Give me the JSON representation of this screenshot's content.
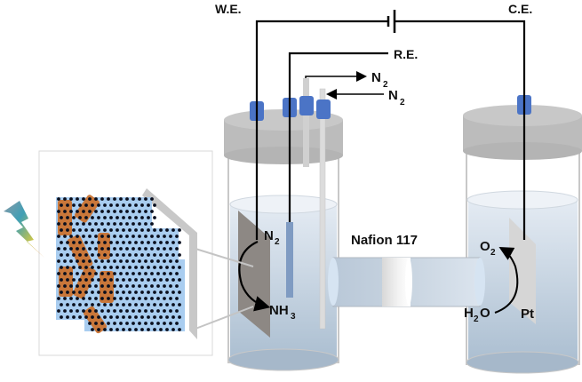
{
  "labels": {
    "working_electrode": "W.E.",
    "reference_electrode": "R.E.",
    "counter_electrode": "C.E.",
    "gas_out": "N",
    "gas_out_sub": "2",
    "gas_in": "N",
    "gas_in_sub": "2",
    "membrane": "Nafion 117",
    "reactant_cathode": "N",
    "reactant_cathode_sub": "2",
    "product_cathode": "NH",
    "product_cathode_sub": "3",
    "product_anode": "O",
    "product_anode_sub": "2",
    "reactant_anode": "H",
    "reactant_anode_sub": "2",
    "reactant_anode_tail": "O",
    "anode_material": "Pt"
  },
  "colors": {
    "wire": "#000000",
    "cap": "#bdbdbd",
    "electrolyte_top": "#dfe7f0",
    "electrolyte_bottom": "#a9bccf",
    "port": "#4a72c4",
    "cathode_plate": "#8f8985",
    "anode_plate": "#d8d8d8",
    "catalyst_bg": "#a9cdf0",
    "catalyst_particle": "#c9773a",
    "catalyst_dot": "#0a0f1e"
  }
}
